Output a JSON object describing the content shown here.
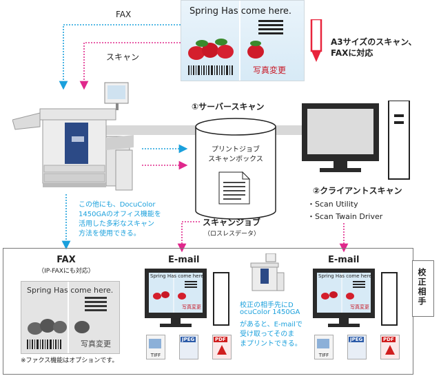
{
  "labels": {
    "fax_top": "FAX",
    "scan_top": "スキャン",
    "a3_line1": "A3サイズのスキャン、",
    "a3_line2": "FAXに対応",
    "server_scan": "①サーバースキャン",
    "db_line1": "プリントジョブ",
    "db_line2": "スキャンボックス",
    "client_scan": "②クライアントスキャン",
    "client_items": [
      "・Scan Utility",
      "・Scan Twain Driver"
    ],
    "scan_job": "スキャンジョブ",
    "lossless": "（ロスレスデータ）",
    "other_note": [
      "この他にも、DocuColor",
      "1450GAのオフィス機能を",
      "活用した多彩なスキャン",
      "方法を使用できる。"
    ],
    "fax_bottom": "FAX",
    "ipfax": "（IP-FAXにも対応）",
    "fax_option_note": "※ファクス機能はオプションです。",
    "email_1": "E-mail",
    "email_2": "E-mail",
    "mid_note": [
      "校正の相手先にD",
      "ocuColor 1450GA",
      "があると、E-mailで",
      "受け取ってそのま",
      "まプリントできる。"
    ],
    "proof_reader": "校正相手"
  },
  "poster": {
    "title": "Spring Has come here.",
    "caption": "写真変更"
  },
  "file_icons": [
    "TIFF",
    "JPEG",
    "PDF"
  ],
  "colors": {
    "cyan": "#1aa0dc",
    "magenta": "#e0288c",
    "red": "#e8243c"
  }
}
